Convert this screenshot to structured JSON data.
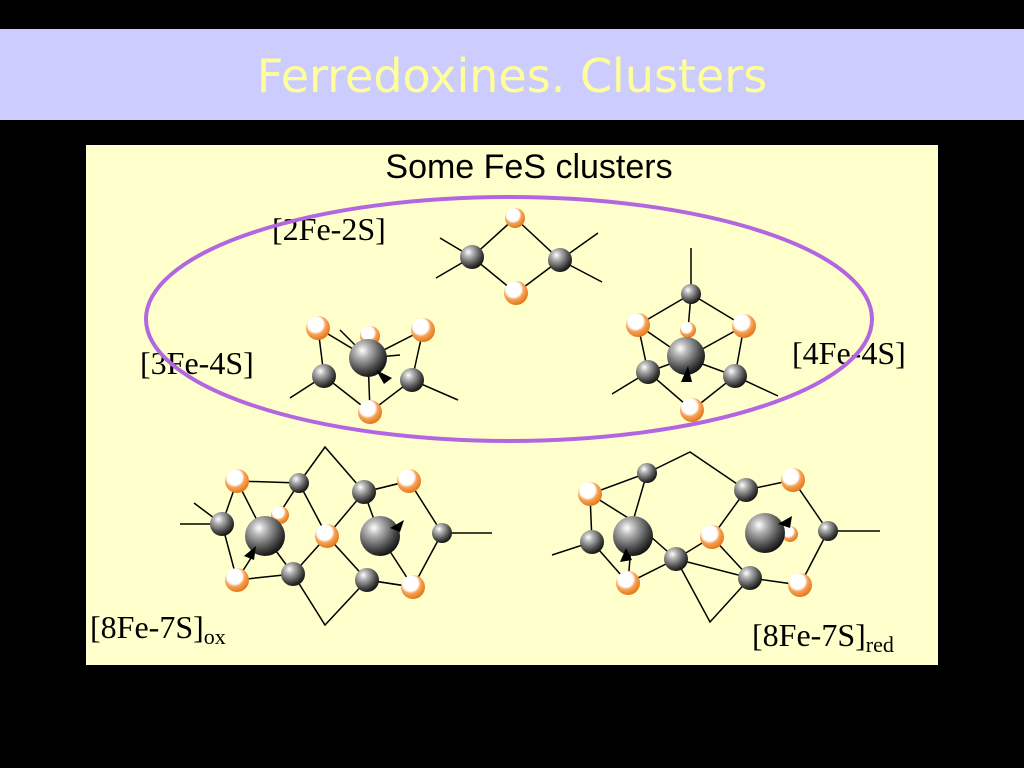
{
  "slide": {
    "title": "Ferredoxines. Clusters"
  },
  "figure": {
    "heading": "Some FeS clusters",
    "labels": {
      "fe2s2": "[2Fe-2S]",
      "fe3s4": "[3Fe-4S]",
      "fe4s4": "[4Fe-4S]",
      "fe8s7_ox_main": "[8Fe-7S]",
      "fe8s7_ox_sub": "ox",
      "fe8s7_red_main": "[8Fe-7S]",
      "fe8s7_red_sub": "red"
    },
    "highlight": "ellipse around [2Fe-2S], [3Fe-4S], [4Fe-4S]"
  },
  "colors": {
    "background": "#000000",
    "title_bar": "#CCCCFF",
    "title_text": "#FFFF99",
    "panel": "#FFFFCC",
    "ellipse": "#B266E0",
    "sulfur": "#F08A1C",
    "iron": "#444444"
  }
}
